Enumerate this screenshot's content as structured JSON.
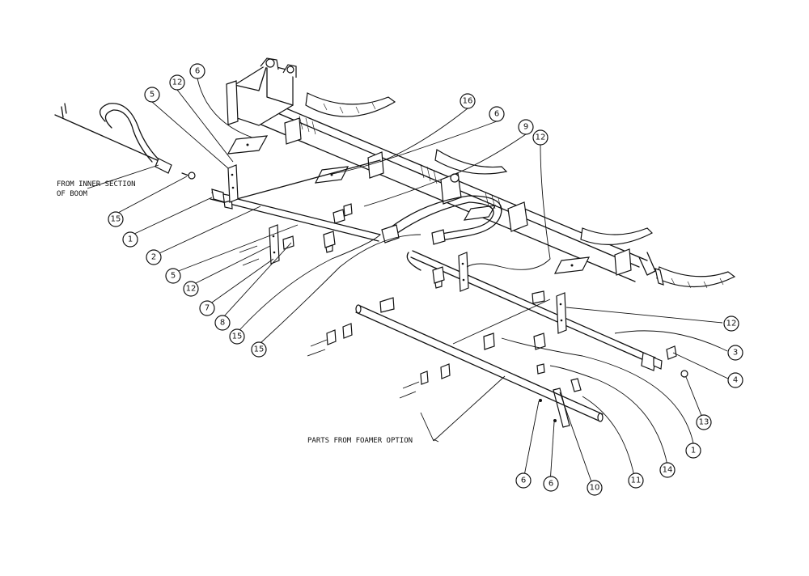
{
  "notes": {
    "inner_section_line1": "FROM INNER SECTION",
    "inner_section_line2": "OF BOOM",
    "foamer": "PARTS FROM FOAMER OPTION"
  },
  "callouts": [
    "6",
    "5",
    "12",
    "16",
    "6",
    "9",
    "12",
    "15",
    "1",
    "2",
    "5",
    "12",
    "7",
    "8",
    "15",
    "15",
    "12",
    "3",
    "4",
    "13",
    "1",
    "14",
    "11",
    "10",
    "6",
    "6"
  ]
}
